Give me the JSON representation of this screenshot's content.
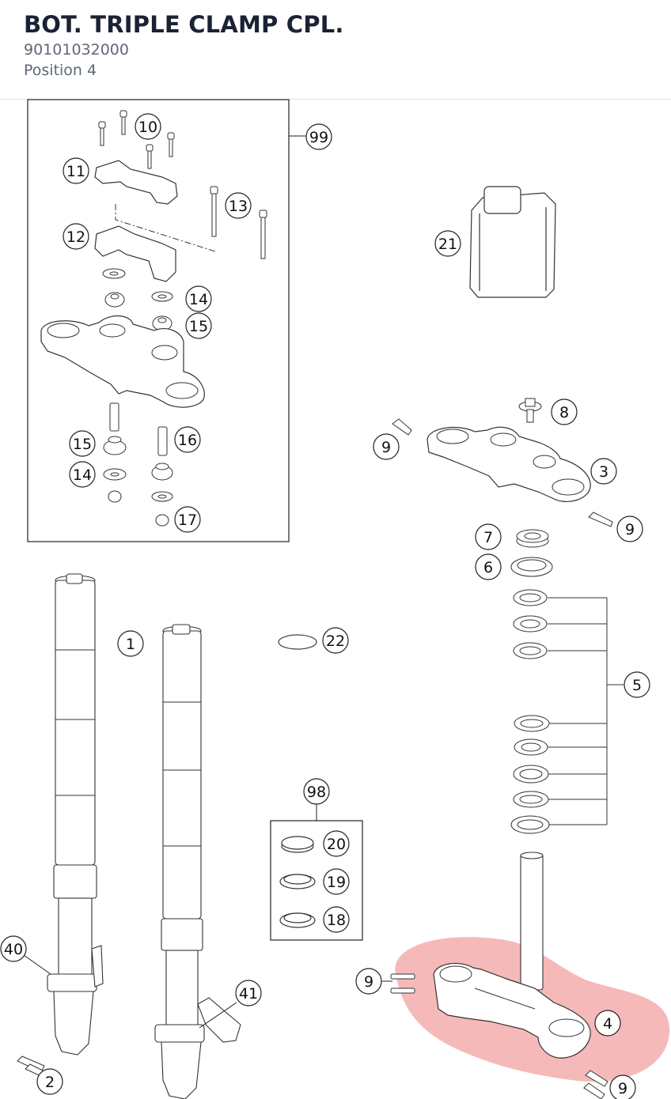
{
  "header": {
    "title": "BOT. TRIPLE CLAMP CPL.",
    "part_number": "90101032000",
    "position": "Position 4"
  },
  "highlight": {
    "color": "#f08a8a",
    "part": "4"
  },
  "callouts": [
    {
      "label": "1"
    },
    {
      "label": "2"
    },
    {
      "label": "3"
    },
    {
      "label": "4"
    },
    {
      "label": "5"
    },
    {
      "label": "6"
    },
    {
      "label": "7"
    },
    {
      "label": "8"
    },
    {
      "label": "9"
    },
    {
      "label": "9"
    },
    {
      "label": "9"
    },
    {
      "label": "9"
    },
    {
      "label": "10"
    },
    {
      "label": "11"
    },
    {
      "label": "12"
    },
    {
      "label": "13"
    },
    {
      "label": "14"
    },
    {
      "label": "14"
    },
    {
      "label": "15"
    },
    {
      "label": "15"
    },
    {
      "label": "16"
    },
    {
      "label": "17"
    },
    {
      "label": "18"
    },
    {
      "label": "19"
    },
    {
      "label": "20"
    },
    {
      "label": "21"
    },
    {
      "label": "22"
    },
    {
      "label": "40"
    },
    {
      "label": "41"
    },
    {
      "label": "98"
    },
    {
      "label": "99"
    }
  ]
}
